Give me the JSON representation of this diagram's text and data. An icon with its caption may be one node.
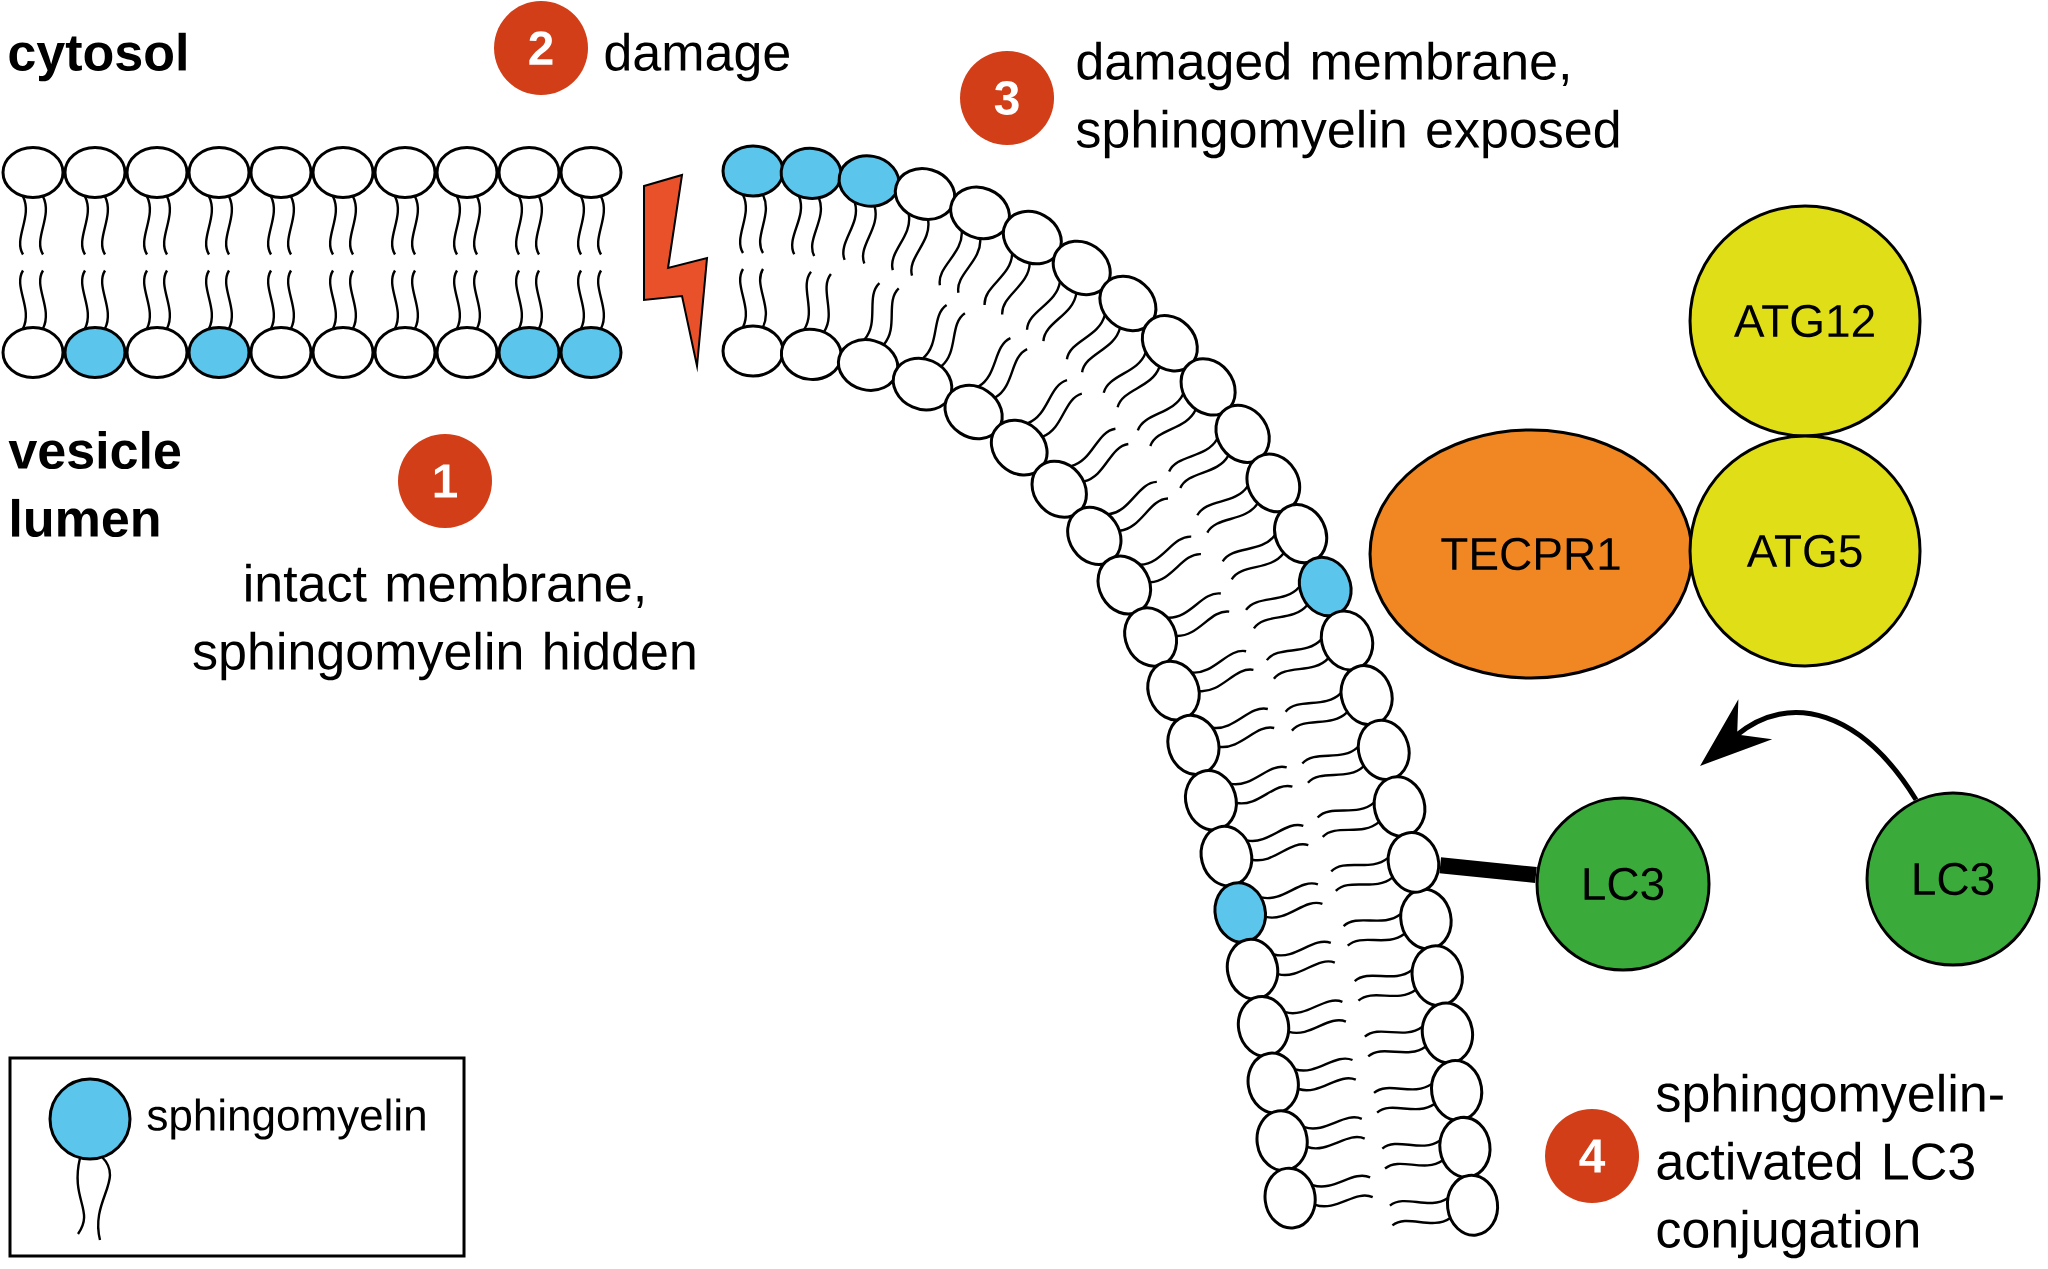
{
  "diagram": {
    "nodes": [
      {
        "text": [
          "2"
        ],
        "beside": [
          "damage"
        ]
      },
      {
        "text": [
          "3"
        ],
        "beside": [
          "damaged membrane, sphingomyelin exposed"
        ]
      },
      {
        "text": [
          "ATG12"
        ]
      },
      {
        "text": [
          "1"
        ],
        "beside": [
          "intact membrane, sphingomyelin hidden"
        ]
      },
      {
        "text": [
          "TECPR1"
        ]
      },
      {
        "text": [
          "ATG5"
        ]
      },
      {
        "text": [],
        "shape": "picture"
      },
      {
        "text": [
          "LC3"
        ]
      },
      {
        "text": [
          "LC3"
        ]
      },
      {
        "text": [
          "4"
        ],
        "beside": [
          "sphingomyelin-activated LC3 conjugation"
        ]
      }
    ],
    "edges": [
      {
        "from": 6,
        "to": 7,
        "arrow": "none",
        "style": "thick"
      },
      {
        "from": 8,
        "to": null,
        "arrow": "to"
      }
    ],
    "labels": [
      "cytosol",
      "vesicle lumen"
    ],
    "legend": [
      {
        "text": "sphingomyelin",
        "color": "#5bc5ec"
      }
    ]
  }
}
